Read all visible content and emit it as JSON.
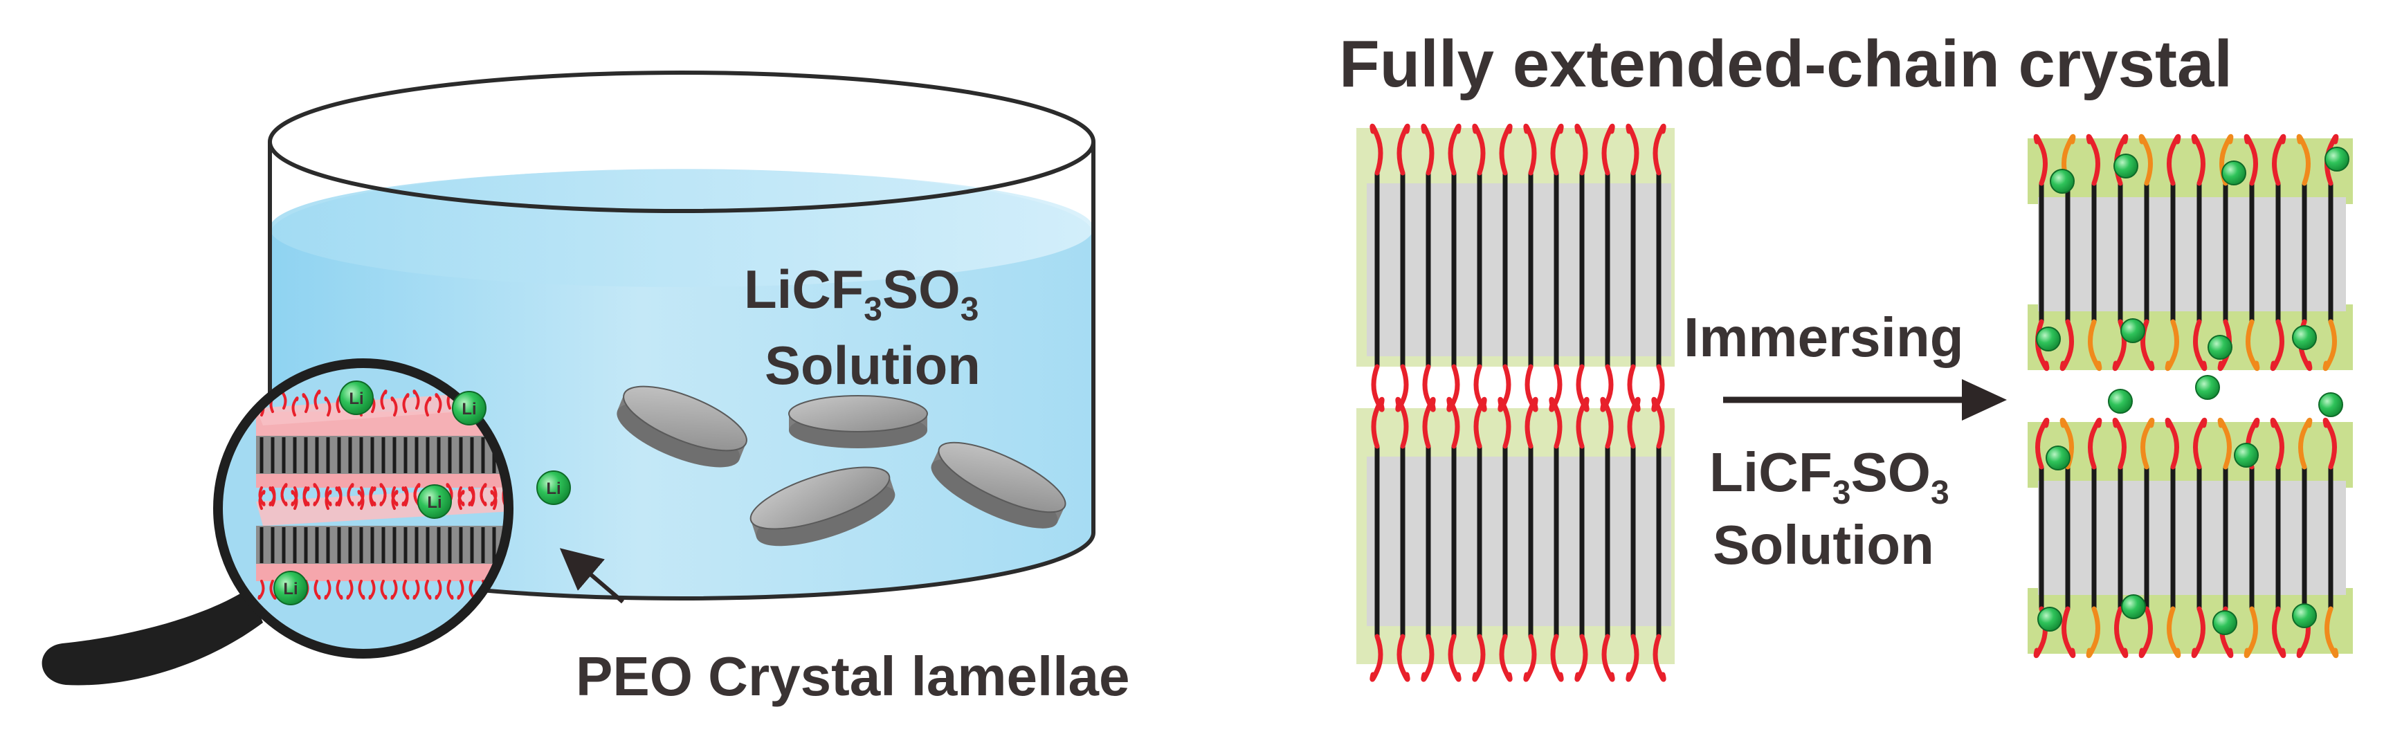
{
  "colors": {
    "water": "#bfe6f6",
    "water_dark": "#7fcdee",
    "chain": "#e8202b",
    "crystal_gray": "#d4d4d4",
    "stem": "#1a1a1a",
    "band": "#dde9b8",
    "ion": "#1fb34a",
    "text": "#3a3333"
  },
  "left_panel": {
    "solution_label": {
      "base": "LiCF",
      "sub1": "3",
      "mid": "SO",
      "sub2": "3",
      "line2": "Solution"
    },
    "ion_label": "Li",
    "callout": "PEO Crystal lamellae"
  },
  "right_panel": {
    "title": "Fully extended-chain crystal",
    "arrow_label": "Immersing",
    "solution_label": {
      "base": "LiCF",
      "sub1": "3",
      "mid": "SO",
      "sub2": "3",
      "line2": "Solution"
    }
  }
}
